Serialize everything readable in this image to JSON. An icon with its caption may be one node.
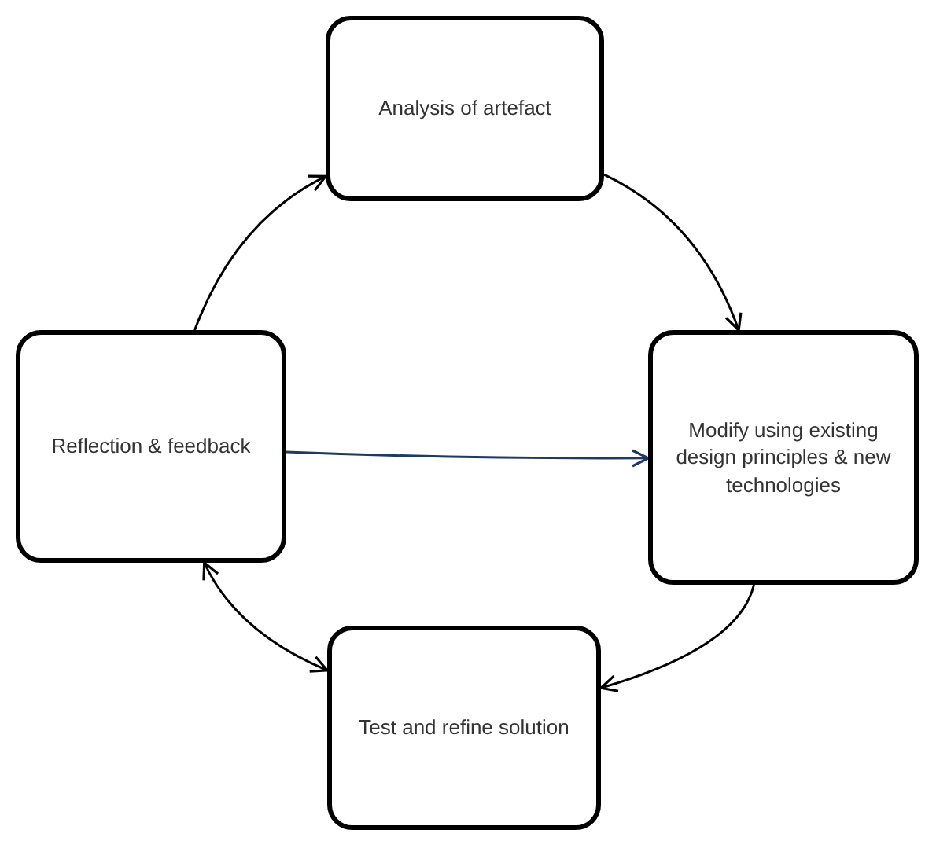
{
  "diagram": {
    "nodes": [
      {
        "text": [
          "Analysis of artefact"
        ]
      },
      {
        "text": [
          "Modify using existing design principles & new technologies"
        ]
      },
      {
        "text": [
          "Test and refine solution"
        ]
      },
      {
        "text": [
          "Reflection & feedback"
        ]
      }
    ],
    "edges": [
      {
        "from": 0,
        "to": 1,
        "arrow": "to"
      },
      {
        "from": 1,
        "to": 2,
        "arrow": "to"
      },
      {
        "from": 2,
        "to": 3,
        "arrow": "both"
      },
      {
        "from": 3,
        "to": 0,
        "arrow": "to"
      },
      {
        "from": 3,
        "to": 1,
        "arrow": "to",
        "color": "#1f3864"
      }
    ]
  }
}
